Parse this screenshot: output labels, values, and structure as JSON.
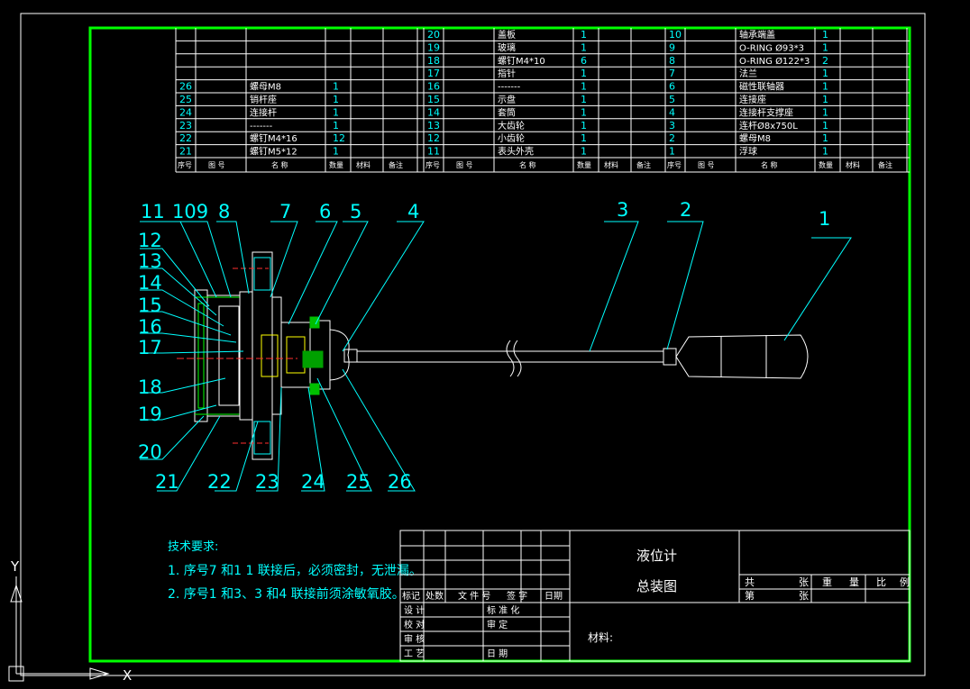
{
  "colors": {
    "background": "#000000",
    "border": "#00ff00",
    "line": "#ffffff",
    "dim": "#00ffff",
    "red": "#ff3030",
    "green": "#00d000",
    "yellow": "#ffff00"
  },
  "bom": {
    "header": {
      "no": "序号",
      "code": "图 号",
      "name": "名 称",
      "qty": "数量",
      "material": "材料",
      "note": "备注"
    },
    "col1": [
      {
        "no": "",
        "name": "",
        "qty": ""
      },
      {
        "no": "",
        "name": "",
        "qty": ""
      },
      {
        "no": "",
        "name": "",
        "qty": ""
      },
      {
        "no": "",
        "name": "",
        "qty": ""
      },
      {
        "no": "26",
        "name": "螺母M8",
        "qty": "1"
      },
      {
        "no": "25",
        "name": "销杆座",
        "qty": "1"
      },
      {
        "no": "24",
        "name": "连接杆",
        "qty": "1"
      },
      {
        "no": "23",
        "name": "-------",
        "qty": "1"
      },
      {
        "no": "22",
        "name": "螺钉M4*16",
        "qty": "12"
      },
      {
        "no": "21",
        "name": "螺钉M5*12",
        "qty": "1"
      }
    ],
    "col2": [
      {
        "no": "20",
        "name": "盖板",
        "qty": "1"
      },
      {
        "no": "19",
        "name": "玻璃",
        "qty": "1"
      },
      {
        "no": "18",
        "name": "螺钉M4*10",
        "qty": "6"
      },
      {
        "no": "17",
        "name": "指针",
        "qty": "1"
      },
      {
        "no": "16",
        "name": "-------",
        "qty": "1"
      },
      {
        "no": "15",
        "name": "示盘",
        "qty": "1"
      },
      {
        "no": "14",
        "name": "套筒",
        "qty": "1"
      },
      {
        "no": "13",
        "name": "大齿轮",
        "qty": "1"
      },
      {
        "no": "12",
        "name": "小齿轮",
        "qty": "1"
      },
      {
        "no": "11",
        "name": "表头外壳",
        "qty": "1"
      }
    ],
    "col3": [
      {
        "no": "10",
        "name": "轴承端盖",
        "qty": "1"
      },
      {
        "no": "9",
        "name": "O-RING Ø93*3",
        "qty": "1"
      },
      {
        "no": "8",
        "name": "O-RING Ø122*3",
        "qty": "2"
      },
      {
        "no": "7",
        "name": "法兰",
        "qty": "1"
      },
      {
        "no": "6",
        "name": "磁性联轴器",
        "qty": "1"
      },
      {
        "no": "5",
        "name": "连接座",
        "qty": "1"
      },
      {
        "no": "4",
        "name": "连接杆支撑座",
        "qty": "1"
      },
      {
        "no": "3",
        "name": "连杆Ø8x750L",
        "qty": "1"
      },
      {
        "no": "2",
        "name": "螺母M8",
        "qty": "1"
      },
      {
        "no": "1",
        "name": "浮球",
        "qty": "1"
      }
    ]
  },
  "drawing": {
    "callouts_top": [
      "11",
      "109",
      "8",
      "7",
      "6",
      "5",
      "4",
      "3",
      "2",
      "1"
    ],
    "callouts_left": [
      "12",
      "13",
      "14",
      "15",
      "16",
      "17",
      "18",
      "19",
      "20"
    ],
    "callouts_bottom": [
      "21",
      "22",
      "23",
      "24",
      "25",
      "26"
    ]
  },
  "tech": {
    "title": "技术要求:",
    "line1": "1.  序号7 和1 1 联接后，必须密封，无泄漏。",
    "line2": "2.  序号1 和3、3 和4 联接前须涂敏氧胶。"
  },
  "title_block": {
    "product": "液位计",
    "drawing_name": "总装图",
    "material": "材料:",
    "total": "共",
    "sheets": "张",
    "weight": "重",
    "weight2": "量",
    "scale": "比",
    "scale2": "例",
    "sheet_no": "第",
    "sheet_no2": "张",
    "rev_mark": "标记",
    "rev_count": "处数",
    "doc_no": "文 件 号",
    "sign": "签 字",
    "date": "日期",
    "design": "设 计",
    "check": "校 对",
    "review": "审 核",
    "process": "工 艺",
    "standard": "标 准 化",
    "approve": "审 定",
    "date2": "日 期"
  },
  "ucs": {
    "y": "Y",
    "x": "X"
  }
}
